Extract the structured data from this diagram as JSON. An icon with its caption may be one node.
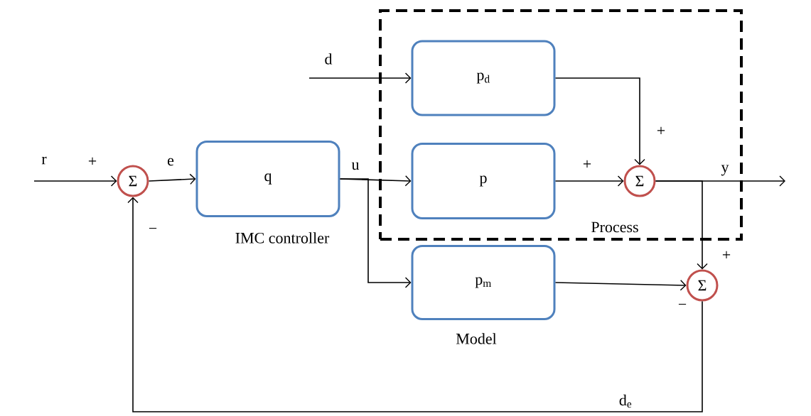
{
  "diagram": {
    "nodes": [
      {
        "text": [
          "Process"
        ]
      },
      {
        "text": [
          "Σ"
        ]
      },
      {
        "text": [
          "q"
        ],
        "beside": [
          "IMC controller"
        ]
      },
      {
        "text": [
          "p$_{d}$"
        ],
        "in": 0
      },
      {
        "text": [
          "p"
        ],
        "in": 0
      },
      {
        "text": [
          "Σ"
        ],
        "in": 0
      },
      {
        "text": [
          "p$_{m}$"
        ],
        "beside": [
          "Model"
        ]
      },
      {
        "text": [
          "Σ"
        ]
      }
    ],
    "edges": [
      {
        "from": null,
        "to": 1,
        "arrow": "to",
        "label": "r"
      },
      {
        "from": 1,
        "to": 2,
        "arrow": "to",
        "label": "e"
      },
      {
        "from": 2,
        "to": 4,
        "arrow": "to",
        "label": "u"
      },
      {
        "from": 2,
        "to": 6,
        "arrow": "to"
      },
      {
        "from": null,
        "to": 3,
        "arrow": "to",
        "label": "d"
      },
      {
        "from": 3,
        "to": 5,
        "arrow": "to"
      },
      {
        "from": 4,
        "to": 5,
        "arrow": "to"
      },
      {
        "from": 5,
        "to": null,
        "arrow": "to",
        "label": "y"
      },
      {
        "from": 5,
        "to": 7,
        "arrow": "to"
      },
      {
        "from": 6,
        "to": 7,
        "arrow": "to"
      },
      {
        "from": 7,
        "to": 1,
        "arrow": "to",
        "label": "d$_{e}$"
      }
    ],
    "labels": [
      "+",
      "+",
      "+",
      "−",
      "+",
      "−"
    ]
  }
}
